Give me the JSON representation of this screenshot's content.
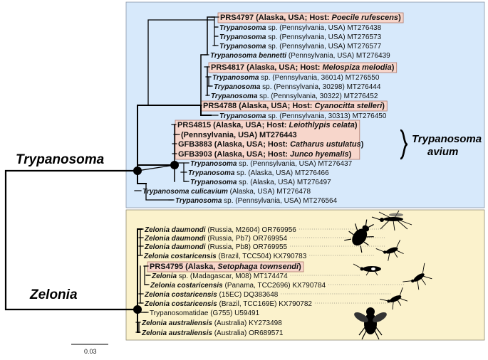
{
  "clades": {
    "trypanosoma": "Trypanosoma",
    "zelonia": "Zelonia",
    "avium_line1": "Trypanosoma",
    "avium_line2": "avium"
  },
  "scale_bar": {
    "label": "0.03"
  },
  "colors": {
    "trypanosoma_box": "#d7e9fb",
    "zelonia_box": "#fbf2cc",
    "highlight_fill": "#f7d6cb",
    "highlight_border": "#b07a6c",
    "branch": "#000000"
  },
  "taxa": [
    {
      "genus": "",
      "epithet": "",
      "details": "PRS4797 (Alaska, USA; Host: ",
      "host": "Poecile rufescens",
      "close": ")"
    },
    {
      "genus": "Trypanosoma",
      "epithet": "sp.",
      "details": " (Pennsylvania, USA) MT276438",
      "host": "",
      "close": ""
    },
    {
      "genus": "Trypanosoma",
      "epithet": "sp.",
      "details": " (Pennsylvania, USA) MT276573",
      "host": "",
      "close": ""
    },
    {
      "genus": "Trypanosoma",
      "epithet": "sp.",
      "details": " (Pennsylvania, USA) MT276577",
      "host": "",
      "close": ""
    },
    {
      "genus": "Trypanosoma",
      "epithet": "bennetti",
      "details": " (Pennsylvania, USA) MT276439",
      "host": "",
      "close": ""
    },
    {
      "genus": "",
      "epithet": "",
      "details": "PRS4817 (Alaska, USA; Host: ",
      "host": "Melospiza melodia",
      "close": ")"
    },
    {
      "genus": "Trypanosoma",
      "epithet": "sp.",
      "details": " (Pennsylvania, 36014) MT276550",
      "host": "",
      "close": ""
    },
    {
      "genus": "Trypanosoma",
      "epithet": "sp.",
      "details": " (Pennsylvania, 30298) MT276444",
      "host": "",
      "close": ""
    },
    {
      "genus": "Trypanosoma",
      "epithet": "sp.",
      "details": " (Pennsylvania, 30322) MT276452",
      "host": "",
      "close": ""
    },
    {
      "genus": "",
      "epithet": "",
      "details": "PRS4788 (Alaska, USA; Host: ",
      "host": "Cyanocitta stelleri",
      "close": ")"
    },
    {
      "genus": "Trypanosoma",
      "epithet": "sp.",
      "details": " (Pennsylvania, 30313) MT276450",
      "host": "",
      "close": ""
    },
    {
      "genus": "",
      "epithet": "",
      "details": "PRS4815 (Alaska, USA; Host: ",
      "host": "Leiothlypis celata",
      "close": ")"
    },
    {
      "genus": "",
      "epithet": "",
      "details": "(Pennsylvania, USA) MT276443",
      "host": "",
      "close": ""
    },
    {
      "genus": "",
      "epithet": "",
      "details": "GFB3883 (Alaska, USA; Host: ",
      "host": "Catharus ustulatus",
      "close": ")"
    },
    {
      "genus": "",
      "epithet": "",
      "details": "GFB3903 (Alaska, USA; Host: ",
      "host": "Junco hyemalis",
      "close": ")"
    },
    {
      "genus": "Trypanosoma",
      "epithet": "sp.",
      "details": " (Pennsylvania, USA) MT276437",
      "host": "",
      "close": ""
    },
    {
      "genus": "Trypanosoma",
      "epithet": "sp.",
      "details": " (Alaska, USA) MT276466",
      "host": "",
      "close": ""
    },
    {
      "genus": "Trypanosoma",
      "epithet": "sp.",
      "details": " (Alaska, USA) MT276497",
      "host": "",
      "close": ""
    },
    {
      "genus": "Trypanosoma",
      "epithet": "culicavium",
      "details": " (Alaska, USA) MT276478",
      "host": "",
      "close": ""
    },
    {
      "genus": "Trypanosoma",
      "epithet": "sp.",
      "details": " (Pennsylvania, USA) MT276564",
      "host": "",
      "close": ""
    },
    {
      "genus": "Zelonia",
      "epithet": "daumondi",
      "details": " (Russia, M2604) OR769956",
      "host": "",
      "close": ""
    },
    {
      "genus": "Zelonia",
      "epithet": "daumondi",
      "details": " (Russia, Pb7) OR769954",
      "host": "",
      "close": ""
    },
    {
      "genus": "Zelonia",
      "epithet": "daumondi",
      "details": " (Russia, Pb8) OR769955",
      "host": "",
      "close": ""
    },
    {
      "genus": "Zelonia",
      "epithet": "costaricensis",
      "details": " (Brazil, TCC504) KX790783",
      "host": "",
      "close": ""
    },
    {
      "genus": "",
      "epithet": "",
      "details": "PRS4795 (Alaska, ",
      "host": "Setophaga townsendi",
      "close": ")"
    },
    {
      "genus": "Zelonia",
      "epithet": "sp.",
      "details": " (Madagascar, M08) MT174474",
      "host": "",
      "close": ""
    },
    {
      "genus": "Zelonia",
      "epithet": "costaricensis",
      "details": " (Panama, TCC2696) KX790784",
      "host": "",
      "close": ""
    },
    {
      "genus": "Zelonia",
      "epithet": "costaricensis",
      "details": " (15EC) DQ383648",
      "host": "",
      "close": ""
    },
    {
      "genus": "Zelonia",
      "epithet": "costaricensis",
      "details": " (Brazil, TCC169E) KX790782",
      "host": "",
      "close": ""
    },
    {
      "genus": "",
      "epithet": "",
      "details": "Trypanosomatidae (G755) U59491",
      "host": "",
      "close": ""
    },
    {
      "genus": "Zelonia",
      "epithet": "australiensis",
      "details": " (Australia) KY273498",
      "host": "",
      "close": ""
    },
    {
      "genus": "Zelonia",
      "epithet": "australiensis",
      "details": " (Australia) OR689571",
      "host": "",
      "close": ""
    }
  ]
}
